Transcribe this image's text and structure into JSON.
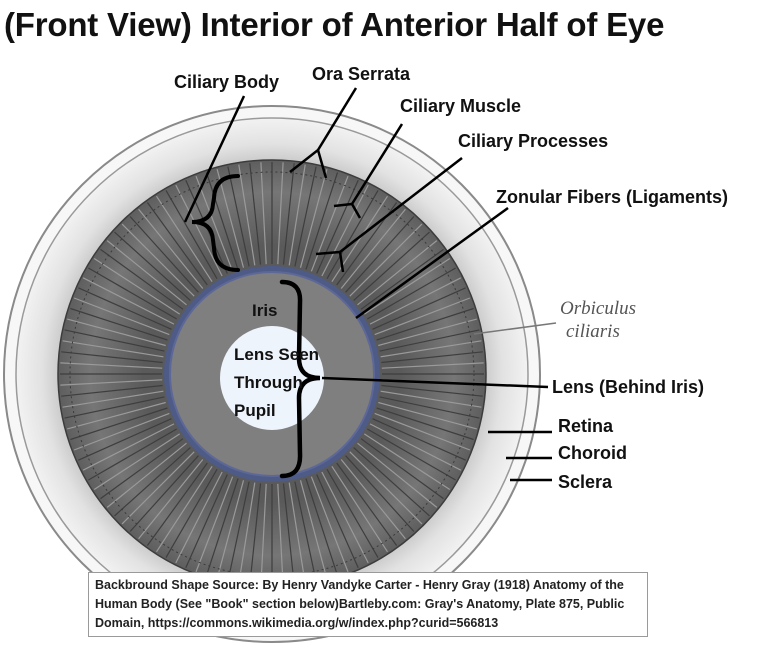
{
  "title": "(Front View) Interior of Anterior Half of Eye",
  "labels": {
    "ciliary_body": "Ciliary Body",
    "ora_serrata": "Ora Serrata",
    "ciliary_muscle": "Ciliary Muscle",
    "ciliary_processes": "Ciliary Processes",
    "zonular_fibers": "Zonular Fibers (Ligaments)",
    "orbiculus_line1": "Orbiculus",
    "orbiculus_line2": "ciliaris",
    "iris": "Iris",
    "lens_seen_line1": "Lens Seen",
    "lens_seen_line2": "Through",
    "lens_seen_line3": "Pupil",
    "lens_behind_iris": "Lens (Behind Iris)",
    "retina": "Retina",
    "choroid": "Choroid",
    "sclera": "Sclera"
  },
  "source": "Backbround Shape Source: By Henry Vandyke Carter - Henry Gray (1918) Anatomy of the Human Body (See \"Book\" section below)Bartleby.com: Gray's Anatomy, Plate 875, Public Domain, https://commons.wikimedia.org/w/index.php?curid=566813",
  "colors": {
    "iris": "#7f7f7f",
    "pupil": "#eef4fb",
    "ciliary_ring": "#6e6e6e",
    "iris_edge": "#4d5b8c",
    "outer_band": "#d9d9d9",
    "label_text": "#111111"
  }
}
